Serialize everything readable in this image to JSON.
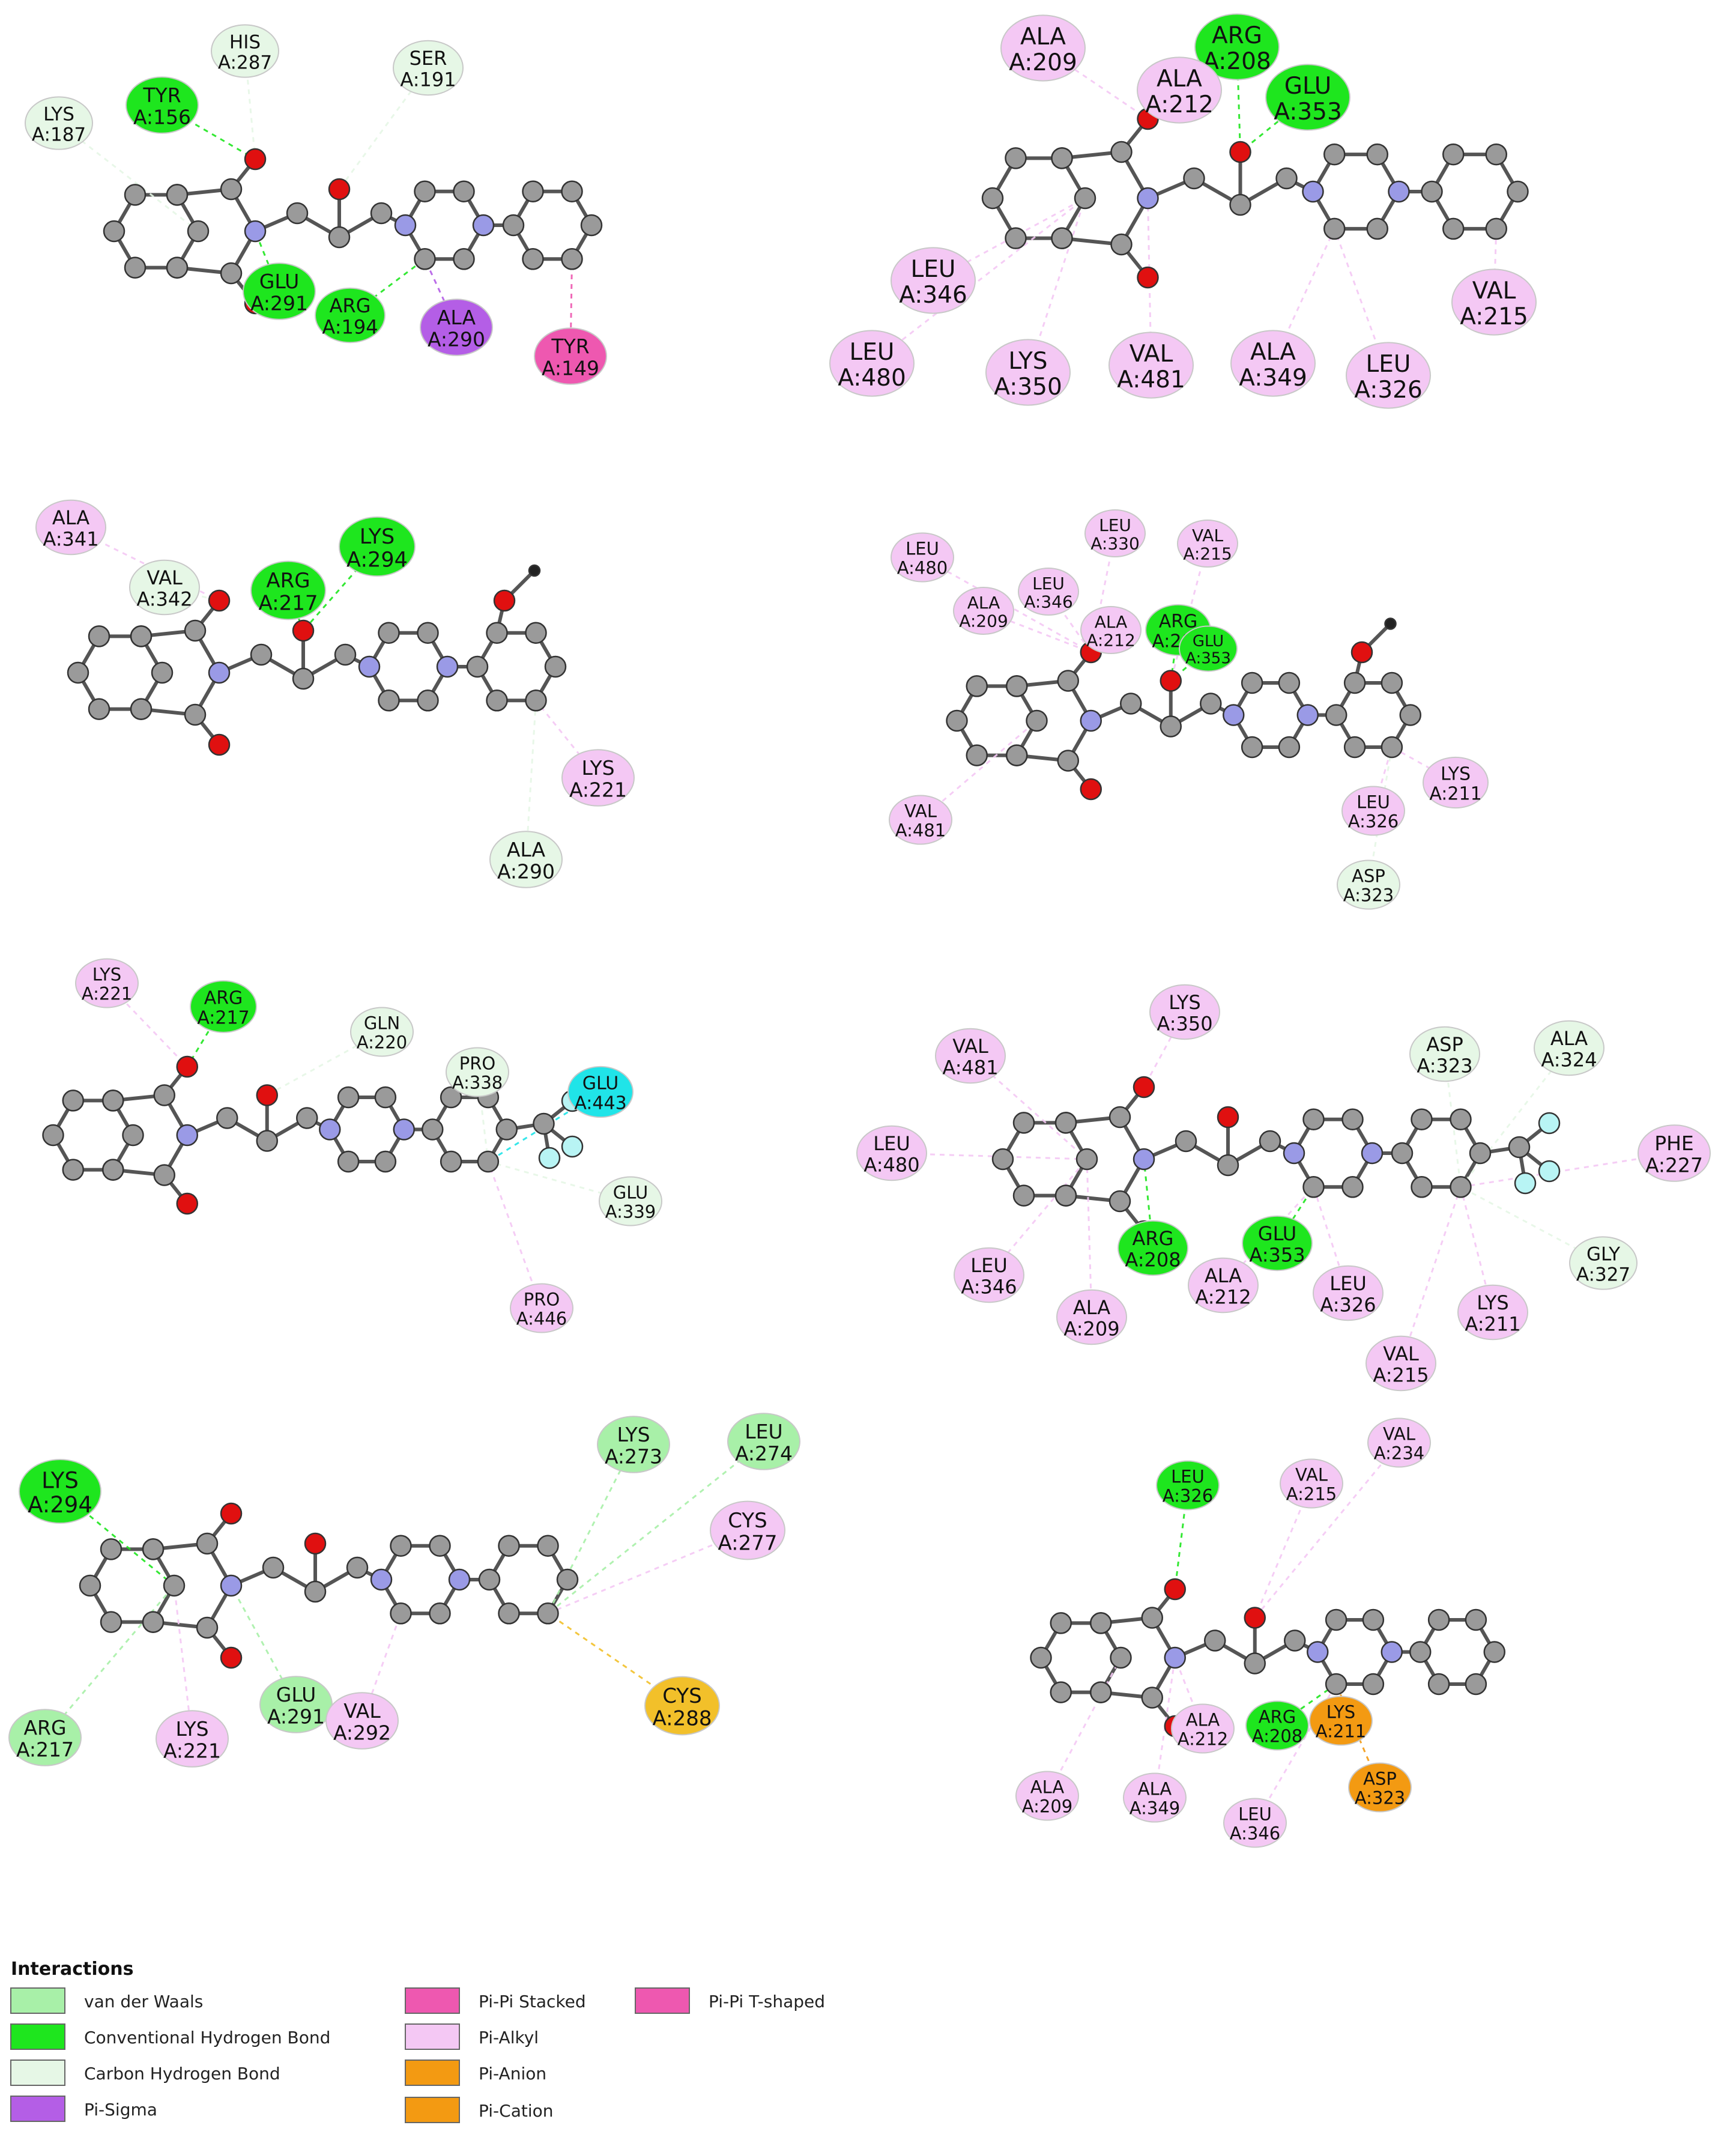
{
  "colors": {
    "vdw": "#a8f0a8",
    "conv_hbond": "#1ee61e",
    "carbon_hbond": "#e6f7e6",
    "pi_sigma": "#b45ee6",
    "pi_pi_stacked": "#ee58b0",
    "pi_pi_tshaped": "#ee58b0",
    "pi_alkyl": "#f4c8f4",
    "pi_anion": "#f39a12",
    "pi_cation": "#f39a12",
    "pi_sulfur": "#f2c02a",
    "halogen": "#20e4e8",
    "atom_carbon": "#9a9a9a",
    "atom_nitrogen": "#9a9ae6",
    "atom_oxygen": "#e01010",
    "atom_fluorine": "#b8f4f4",
    "atom_hydrogen": "#222222"
  },
  "legend": {
    "title": "Interactions",
    "items": [
      {
        "label": "van der Waals",
        "color_key": "vdw"
      },
      {
        "label": "Conventional Hydrogen Bond",
        "color_key": "conv_hbond"
      },
      {
        "label": "Carbon Hydrogen Bond",
        "color_key": "carbon_hbond"
      },
      {
        "label": "Pi-Sigma",
        "color_key": "pi_sigma"
      },
      {
        "label": "Pi-Pi Stacked",
        "color_key": "pi_pi_stacked"
      },
      {
        "label": "Pi-Alkyl",
        "color_key": "pi_alkyl"
      },
      {
        "label": "Pi-Anion",
        "color_key": "pi_anion"
      },
      {
        "label": "Pi-Cation",
        "color_key": "pi_cation"
      },
      {
        "label": "Pi-Pi T-shaped",
        "color_key": "pi_pi_tshaped"
      }
    ]
  },
  "panels": [
    {
      "residues": [
        {
          "name": "HIS",
          "id": "A:287",
          "type": "carbon_hbond"
        },
        {
          "name": "SER",
          "id": "A:191",
          "type": "carbon_hbond"
        },
        {
          "name": "LYS",
          "id": "A:187",
          "type": "carbon_hbond"
        },
        {
          "name": "TYR",
          "id": "A:156",
          "type": "conv_hbond"
        },
        {
          "name": "GLU",
          "id": "A:291",
          "type": "conv_hbond"
        },
        {
          "name": "ARG",
          "id": "A:194",
          "type": "conv_hbond"
        },
        {
          "name": "ALA",
          "id": "A:290",
          "type": "pi_sigma"
        },
        {
          "name": "TYR",
          "id": "A:149",
          "type": "pi_pi_stacked"
        }
      ]
    },
    {
      "residues": [
        {
          "name": "ALA",
          "id": "A:209",
          "type": "pi_alkyl"
        },
        {
          "name": "ARG",
          "id": "A:208",
          "type": "conv_hbond"
        },
        {
          "name": "ALA",
          "id": "A:212",
          "type": "pi_alkyl"
        },
        {
          "name": "GLU",
          "id": "A:353",
          "type": "conv_hbond"
        },
        {
          "name": "LEU",
          "id": "A:346",
          "type": "pi_alkyl"
        },
        {
          "name": "VAL",
          "id": "A:215",
          "type": "pi_alkyl"
        },
        {
          "name": "LEU",
          "id": "A:480",
          "type": "pi_alkyl"
        },
        {
          "name": "LYS",
          "id": "A:350",
          "type": "pi_alkyl"
        },
        {
          "name": "VAL",
          "id": "A:481",
          "type": "pi_alkyl"
        },
        {
          "name": "ALA",
          "id": "A:349",
          "type": "pi_alkyl"
        },
        {
          "name": "LEU",
          "id": "A:326",
          "type": "pi_alkyl"
        }
      ]
    },
    {
      "residues": [
        {
          "name": "ALA",
          "id": "A:341",
          "type": "pi_alkyl"
        },
        {
          "name": "LYS",
          "id": "A:294",
          "type": "conv_hbond"
        },
        {
          "name": "VAL",
          "id": "A:342",
          "type": "carbon_hbond"
        },
        {
          "name": "ARG",
          "id": "A:217",
          "type": "conv_hbond"
        },
        {
          "name": "LYS",
          "id": "A:221",
          "type": "pi_alkyl"
        },
        {
          "name": "ALA",
          "id": "A:290",
          "type": "carbon_hbond"
        }
      ]
    },
    {
      "residues": [
        {
          "name": "LEU",
          "id": "A:330",
          "type": "pi_alkyl"
        },
        {
          "name": "VAL",
          "id": "A:215",
          "type": "pi_alkyl"
        },
        {
          "name": "LEU",
          "id": "A:480",
          "type": "pi_alkyl"
        },
        {
          "name": "LEU",
          "id": "A:346",
          "type": "pi_alkyl"
        },
        {
          "name": "ALA",
          "id": "A:209",
          "type": "pi_alkyl"
        },
        {
          "name": "ALA",
          "id": "A:212",
          "type": "pi_alkyl"
        },
        {
          "name": "ARG",
          "id": "A:208",
          "type": "conv_hbond"
        },
        {
          "name": "GLU",
          "id": "A:353",
          "type": "conv_hbond"
        },
        {
          "name": "LYS",
          "id": "A:211",
          "type": "pi_alkyl"
        },
        {
          "name": "VAL",
          "id": "A:481",
          "type": "pi_alkyl"
        },
        {
          "name": "LEU",
          "id": "A:326",
          "type": "pi_alkyl"
        },
        {
          "name": "ASP",
          "id": "A:323",
          "type": "carbon_hbond"
        }
      ]
    },
    {
      "residues": [
        {
          "name": "LYS",
          "id": "A:221",
          "type": "pi_alkyl"
        },
        {
          "name": "ARG",
          "id": "A:217",
          "type": "conv_hbond"
        },
        {
          "name": "GLN",
          "id": "A:220",
          "type": "carbon_hbond"
        },
        {
          "name": "PRO",
          "id": "A:338",
          "type": "carbon_hbond"
        },
        {
          "name": "GLU",
          "id": "A:443",
          "type": "halogen"
        },
        {
          "name": "GLU",
          "id": "A:339",
          "type": "carbon_hbond"
        },
        {
          "name": "PRO",
          "id": "A:446",
          "type": "pi_alkyl"
        }
      ]
    },
    {
      "residues": [
        {
          "name": "LYS",
          "id": "A:350",
          "type": "pi_alkyl"
        },
        {
          "name": "VAL",
          "id": "A:481",
          "type": "pi_alkyl"
        },
        {
          "name": "ASP",
          "id": "A:323",
          "type": "carbon_hbond"
        },
        {
          "name": "ALA",
          "id": "A:324",
          "type": "carbon_hbond"
        },
        {
          "name": "LEU",
          "id": "A:480",
          "type": "pi_alkyl"
        },
        {
          "name": "PHE",
          "id": "A:227",
          "type": "pi_alkyl"
        },
        {
          "name": "ARG",
          "id": "A:208",
          "type": "conv_hbond"
        },
        {
          "name": "GLU",
          "id": "A:353",
          "type": "conv_hbond"
        },
        {
          "name": "GLY",
          "id": "A:327",
          "type": "carbon_hbond"
        },
        {
          "name": "LEU",
          "id": "A:346",
          "type": "pi_alkyl"
        },
        {
          "name": "ALA",
          "id": "A:212",
          "type": "pi_alkyl"
        },
        {
          "name": "LEU",
          "id": "A:326",
          "type": "pi_alkyl"
        },
        {
          "name": "LYS",
          "id": "A:211",
          "type": "pi_alkyl"
        },
        {
          "name": "ALA",
          "id": "A:209",
          "type": "pi_alkyl"
        },
        {
          "name": "VAL",
          "id": "A:215",
          "type": "pi_alkyl"
        }
      ]
    },
    {
      "residues": [
        {
          "name": "LYS",
          "id": "A:273",
          "type": "vdw"
        },
        {
          "name": "LEU",
          "id": "A:274",
          "type": "vdw"
        },
        {
          "name": "LYS",
          "id": "A:294",
          "type": "conv_hbond"
        },
        {
          "name": "CYS",
          "id": "A:277",
          "type": "pi_alkyl"
        },
        {
          "name": "CYS",
          "id": "A:288",
          "type": "pi_sulfur"
        },
        {
          "name": "ARG",
          "id": "A:217",
          "type": "vdw"
        },
        {
          "name": "LYS",
          "id": "A:221",
          "type": "pi_alkyl"
        },
        {
          "name": "GLU",
          "id": "A:291",
          "type": "vdw"
        },
        {
          "name": "VAL",
          "id": "A:292",
          "type": "pi_alkyl"
        }
      ]
    },
    {
      "residues": [
        {
          "name": "VAL",
          "id": "A:234",
          "type": "pi_alkyl"
        },
        {
          "name": "LEU",
          "id": "A:326",
          "type": "conv_hbond"
        },
        {
          "name": "VAL",
          "id": "A:215",
          "type": "pi_alkyl"
        },
        {
          "name": "ALA",
          "id": "A:212",
          "type": "pi_alkyl"
        },
        {
          "name": "ARG",
          "id": "A:208",
          "type": "conv_hbond"
        },
        {
          "name": "LYS",
          "id": "A:211",
          "type": "pi_anion"
        },
        {
          "name": "ASP",
          "id": "A:323",
          "type": "pi_anion"
        },
        {
          "name": "ALA",
          "id": "A:209",
          "type": "pi_alkyl"
        },
        {
          "name": "ALA",
          "id": "A:349",
          "type": "pi_alkyl"
        },
        {
          "name": "LEU",
          "id": "A:346",
          "type": "pi_alkyl"
        }
      ]
    }
  ]
}
